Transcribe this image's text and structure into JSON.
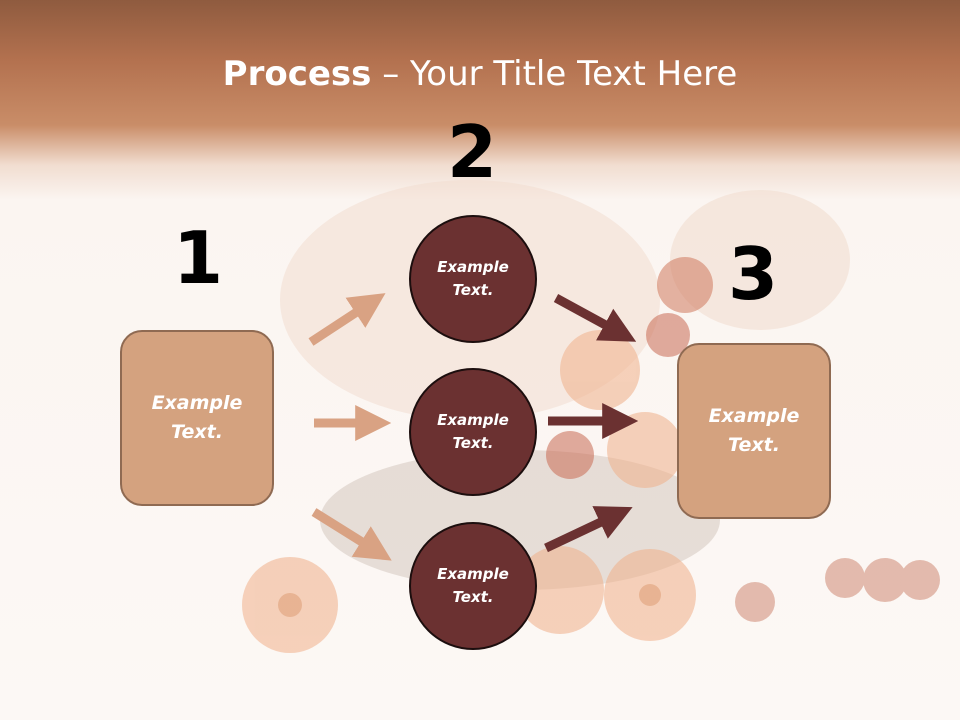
{
  "title": {
    "bold": "Process",
    "dash": " – ",
    "rest": "Your Title Text Here"
  },
  "numbers": {
    "n1": "1",
    "n2": "2",
    "n3": "3"
  },
  "left_box": {
    "text": "Example Text."
  },
  "right_box": {
    "text": "Example Text."
  },
  "circles": [
    {
      "text": "Example Text."
    },
    {
      "text": "Example Text."
    },
    {
      "text": "Example Text."
    }
  ],
  "colors": {
    "header": "#b3714f",
    "box": "#d4a27f",
    "circle": "#6b3131",
    "arrow_light": "#d9a283",
    "arrow_dark": "#6b3131"
  }
}
